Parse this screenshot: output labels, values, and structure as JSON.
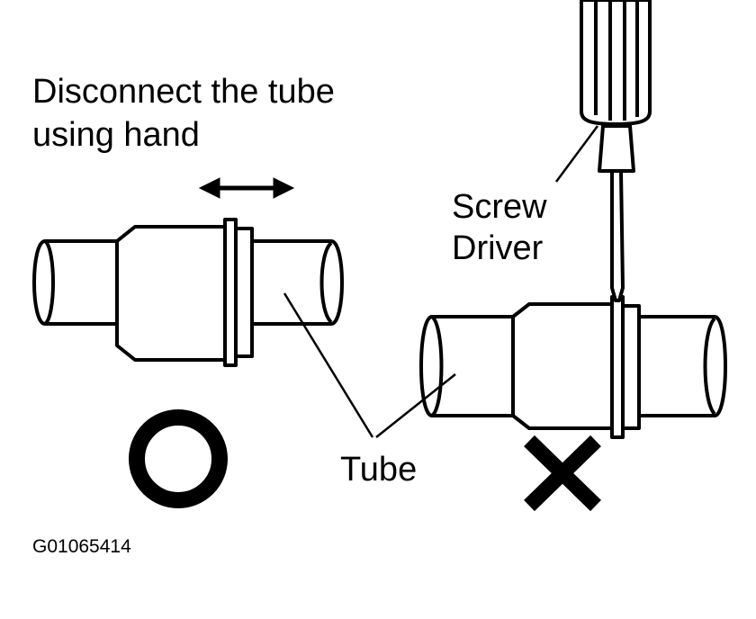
{
  "instruction": {
    "line1": "Disconnect the tube",
    "line2": "using hand"
  },
  "labels": {
    "screwdriver_line1": "Screw",
    "screwdriver_line2": "Driver",
    "tube": "Tube"
  },
  "figure_code": "G01065414",
  "icons": {
    "correct": "circle-icon",
    "incorrect": "cross-icon",
    "motion": "double-arrow-icon"
  },
  "colors": {
    "ink": "#000000",
    "paper": "#ffffff"
  }
}
